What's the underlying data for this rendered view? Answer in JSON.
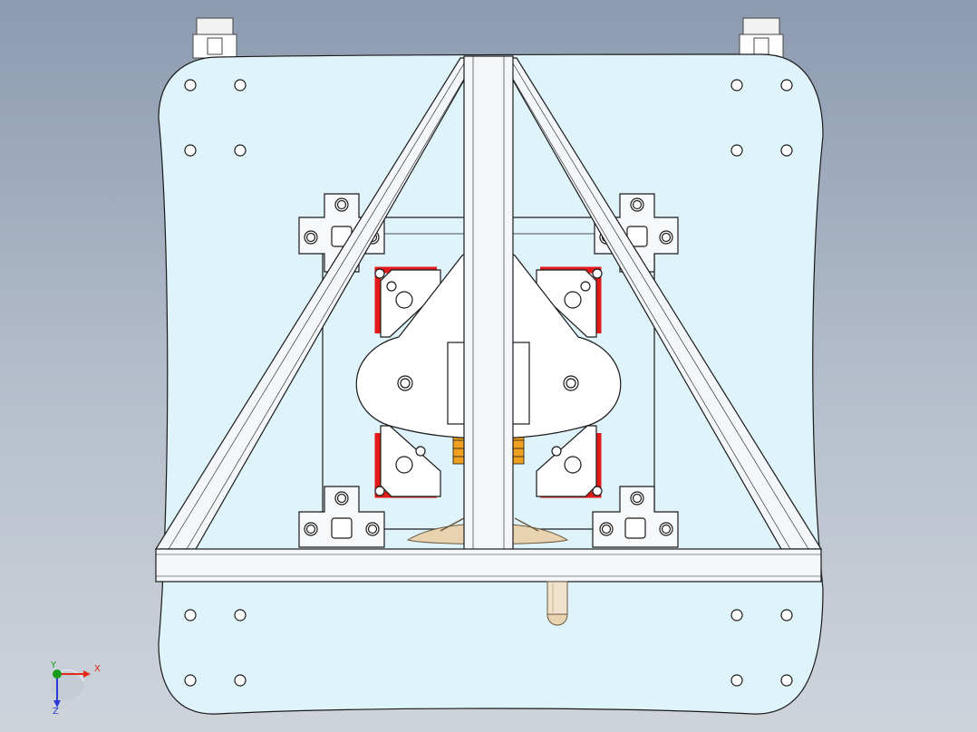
{
  "viewport": {
    "background_top": "#8c9bb1",
    "background_bottom": "#cfd4db"
  },
  "model": {
    "plate_fill": "#dff3fb",
    "line_color": "#1a1a1a",
    "frame_fill": "#f4f6f9",
    "bracket_fill": "#f7f8fa",
    "highlight_red": "#e21a1a",
    "bearing_orange": "#f0a020",
    "ball_color": "#e8d2b0"
  },
  "triad": {
    "x_label": "X",
    "y_label": "Y",
    "z_label": "Z",
    "x_color": "#e52a1a",
    "y_color": "#1a9a1a",
    "z_color": "#2a3ad8"
  }
}
